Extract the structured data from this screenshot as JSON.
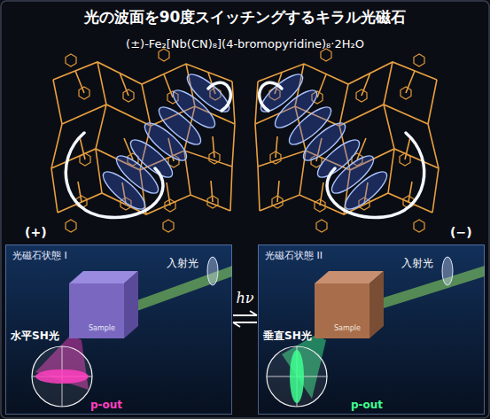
{
  "diagram": {
    "title": "光の波面を90度スイッチングするキラル光磁石",
    "nodes": [
      {
        "text": [
          "光磁石状態 I"
        ]
      },
      {
        "text": [
          "光磁石状態 II"
        ]
      }
    ],
    "edges": [
      {
        "from": 0,
        "to": 1,
        "arrow": "both",
        "label": "hν"
      }
    ],
    "labels": [
      "(±)-Fe₂[Nb(CN)₈](4-bromopyridine)₈·2H₂O",
      "(+)",
      "(−)",
      "入射光",
      "水平SH光",
      "p-out",
      "Sample",
      "入射光",
      "垂直SH光",
      "p-out",
      "Sample"
    ]
  }
}
